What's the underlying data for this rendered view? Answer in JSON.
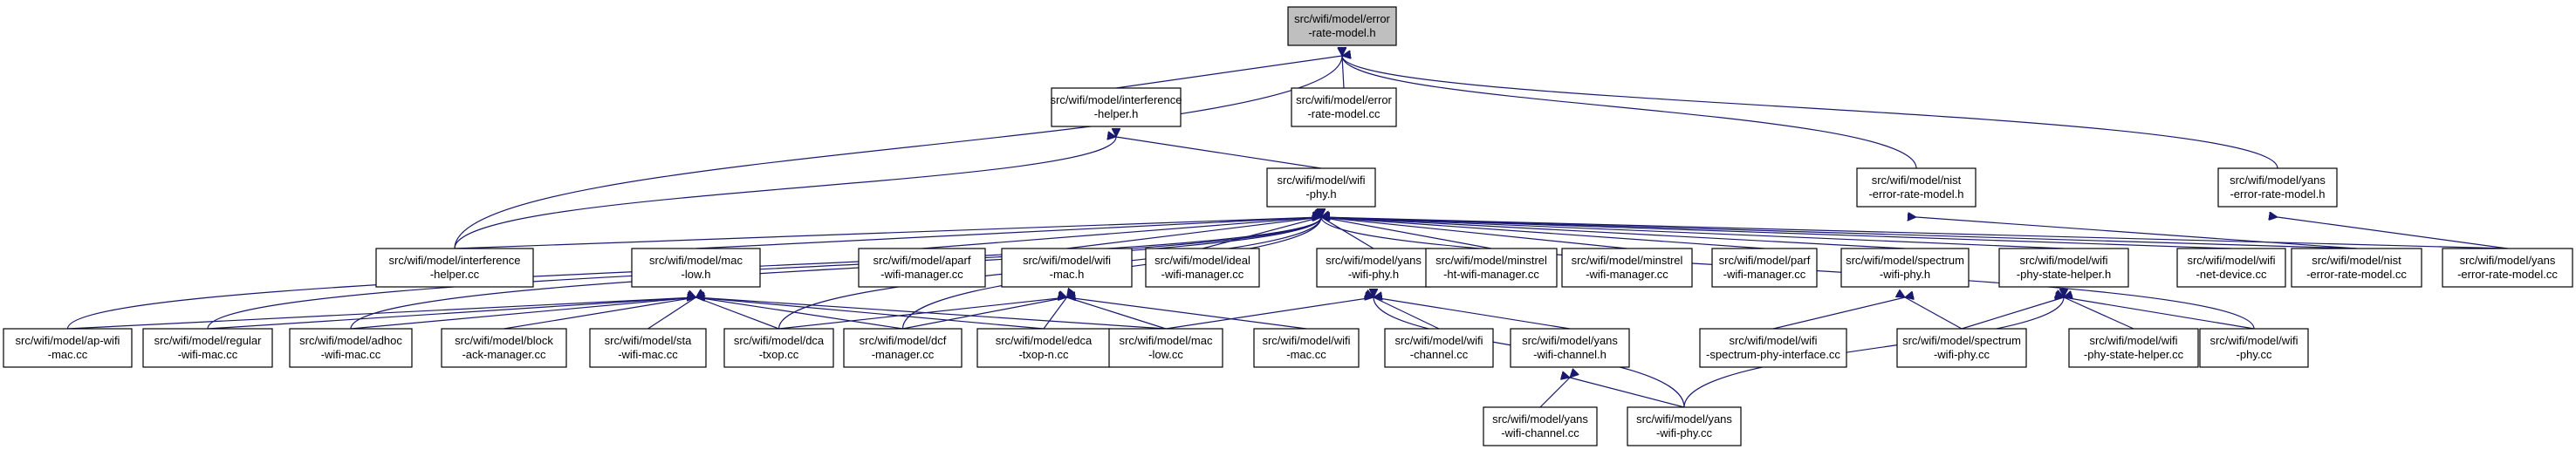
{
  "nodes": [
    {
      "id": "root",
      "lines": [
        "src/wifi/model/error",
        "-rate-model.h"
      ],
      "root": true
    },
    {
      "id": "interference-h",
      "lines": [
        "src/wifi/model/interference",
        "-helper.h"
      ]
    },
    {
      "id": "error-cc",
      "lines": [
        "src/wifi/model/error",
        "-rate-model.cc"
      ]
    },
    {
      "id": "nist-h",
      "lines": [
        "src/wifi/model/nist",
        "-error-rate-model.h"
      ]
    },
    {
      "id": "yans-err-h",
      "lines": [
        "src/wifi/model/yans",
        "-error-rate-model.h"
      ]
    },
    {
      "id": "wifi-phy-h",
      "lines": [
        "src/wifi/model/wifi",
        "-phy.h"
      ]
    },
    {
      "id": "interference-cc",
      "lines": [
        "src/wifi/model/interference",
        "-helper.cc"
      ]
    },
    {
      "id": "mac-low-h",
      "lines": [
        "src/wifi/model/mac",
        "-low.h"
      ]
    },
    {
      "id": "aparf",
      "lines": [
        "src/wifi/model/aparf",
        "-wifi-manager.cc"
      ]
    },
    {
      "id": "wifi-mac-h",
      "lines": [
        "src/wifi/model/wifi",
        "-mac.h"
      ]
    },
    {
      "id": "ideal",
      "lines": [
        "src/wifi/model/ideal",
        "-wifi-manager.cc"
      ]
    },
    {
      "id": "yans-phy-h",
      "lines": [
        "src/wifi/model/yans",
        "-wifi-phy.h"
      ]
    },
    {
      "id": "minstrel-ht",
      "lines": [
        "src/wifi/model/minstrel",
        "-ht-wifi-manager.cc"
      ]
    },
    {
      "id": "minstrel",
      "lines": [
        "src/wifi/model/minstrel",
        "-wifi-manager.cc"
      ]
    },
    {
      "id": "parf",
      "lines": [
        "src/wifi/model/parf",
        "-wifi-manager.cc"
      ]
    },
    {
      "id": "spectrum-h",
      "lines": [
        "src/wifi/model/spectrum",
        "-wifi-phy.h"
      ]
    },
    {
      "id": "state-h",
      "lines": [
        "src/wifi/model/wifi",
        "-phy-state-helper.h"
      ]
    },
    {
      "id": "net-device",
      "lines": [
        "src/wifi/model/wifi",
        "-net-device.cc"
      ]
    },
    {
      "id": "nist-cc",
      "lines": [
        "src/wifi/model/nist",
        "-error-rate-model.cc"
      ]
    },
    {
      "id": "yans-err-cc",
      "lines": [
        "src/wifi/model/yans",
        "-error-rate-model.cc"
      ]
    },
    {
      "id": "ap-wifi",
      "lines": [
        "src/wifi/model/ap-wifi",
        "-mac.cc"
      ]
    },
    {
      "id": "regular",
      "lines": [
        "src/wifi/model/regular",
        "-wifi-mac.cc"
      ]
    },
    {
      "id": "adhoc",
      "lines": [
        "src/wifi/model/adhoc",
        "-wifi-mac.cc"
      ]
    },
    {
      "id": "block",
      "lines": [
        "src/wifi/model/block",
        "-ack-manager.cc"
      ]
    },
    {
      "id": "sta",
      "lines": [
        "src/wifi/model/sta",
        "-wifi-mac.cc"
      ]
    },
    {
      "id": "dca",
      "lines": [
        "src/wifi/model/dca",
        "-txop.cc"
      ]
    },
    {
      "id": "dcf",
      "lines": [
        "src/wifi/model/dcf",
        "-manager.cc"
      ]
    },
    {
      "id": "edca",
      "lines": [
        "src/wifi/model/edca",
        "-txop-n.cc"
      ]
    },
    {
      "id": "mac-low-cc",
      "lines": [
        "src/wifi/model/mac",
        "-low.cc"
      ]
    },
    {
      "id": "wifi-mac-cc",
      "lines": [
        "src/wifi/model/wifi",
        "-mac.cc"
      ]
    },
    {
      "id": "wifi-channel",
      "lines": [
        "src/wifi/model/wifi",
        "-channel.cc"
      ]
    },
    {
      "id": "yans-chan-h",
      "lines": [
        "src/wifi/model/yans",
        "-wifi-channel.h"
      ]
    },
    {
      "id": "spectrum-iface",
      "lines": [
        "src/wifi/model/wifi",
        "-spectrum-phy-interface.cc"
      ]
    },
    {
      "id": "spectrum-cc",
      "lines": [
        "src/wifi/model/spectrum",
        "-wifi-phy.cc"
      ]
    },
    {
      "id": "state-cc",
      "lines": [
        "src/wifi/model/wifi",
        "-phy-state-helper.cc"
      ]
    },
    {
      "id": "wifi-phy-cc",
      "lines": [
        "src/wifi/model/wifi",
        "-phy.cc"
      ]
    },
    {
      "id": "yans-chan-cc",
      "lines": [
        "src/wifi/model/yans",
        "-wifi-channel.cc"
      ]
    },
    {
      "id": "yans-phy-cc",
      "lines": [
        "src/wifi/model/yans",
        "-wifi-phy.cc"
      ]
    }
  ],
  "edges": [
    [
      "root",
      "interference-h"
    ],
    [
      "root",
      "error-cc"
    ],
    [
      "root",
      "nist-h"
    ],
    [
      "root",
      "yans-err-h"
    ],
    [
      "root",
      "interference-cc"
    ],
    [
      "interference-h",
      "wifi-phy-h"
    ],
    [
      "interference-h",
      "interference-cc"
    ],
    [
      "nist-h",
      "nist-cc"
    ],
    [
      "yans-err-h",
      "yans-err-cc"
    ],
    [
      "wifi-phy-h",
      "interference-cc"
    ],
    [
      "wifi-phy-h",
      "mac-low-h"
    ],
    [
      "wifi-phy-h",
      "aparf"
    ],
    [
      "wifi-phy-h",
      "wifi-mac-h"
    ],
    [
      "wifi-phy-h",
      "ideal"
    ],
    [
      "wifi-phy-h",
      "yans-phy-h"
    ],
    [
      "wifi-phy-h",
      "minstrel-ht"
    ],
    [
      "wifi-phy-h",
      "minstrel"
    ],
    [
      "wifi-phy-h",
      "parf"
    ],
    [
      "wifi-phy-h",
      "spectrum-h"
    ],
    [
      "wifi-phy-h",
      "state-h"
    ],
    [
      "wifi-phy-h",
      "net-device"
    ],
    [
      "wifi-phy-h",
      "nist-cc"
    ],
    [
      "wifi-phy-h",
      "yans-err-cc"
    ],
    [
      "wifi-phy-h",
      "wifi-phy-cc"
    ],
    [
      "wifi-phy-h",
      "ap-wifi"
    ],
    [
      "wifi-phy-h",
      "regular"
    ],
    [
      "wifi-phy-h",
      "adhoc"
    ],
    [
      "wifi-phy-h",
      "dca"
    ],
    [
      "wifi-phy-h",
      "dcf"
    ],
    [
      "mac-low-h",
      "ap-wifi"
    ],
    [
      "mac-low-h",
      "regular"
    ],
    [
      "mac-low-h",
      "adhoc"
    ],
    [
      "mac-low-h",
      "block"
    ],
    [
      "mac-low-h",
      "sta"
    ],
    [
      "mac-low-h",
      "dca"
    ],
    [
      "mac-low-h",
      "dcf"
    ],
    [
      "mac-low-h",
      "edca"
    ],
    [
      "mac-low-h",
      "mac-low-cc"
    ],
    [
      "wifi-mac-h",
      "dca"
    ],
    [
      "wifi-mac-h",
      "dcf"
    ],
    [
      "wifi-mac-h",
      "edca"
    ],
    [
      "wifi-mac-h",
      "wifi-mac-cc"
    ],
    [
      "wifi-mac-h",
      "mac-low-cc"
    ],
    [
      "yans-phy-h",
      "mac-low-cc"
    ],
    [
      "yans-phy-h",
      "wifi-channel"
    ],
    [
      "yans-phy-h",
      "yans-chan-h"
    ],
    [
      "yans-phy-h",
      "yans-phy-cc"
    ],
    [
      "yans-chan-h",
      "yans-chan-cc"
    ],
    [
      "yans-chan-h",
      "yans-phy-cc"
    ],
    [
      "spectrum-h",
      "spectrum-iface"
    ],
    [
      "spectrum-h",
      "spectrum-cc"
    ],
    [
      "state-h",
      "spectrum-cc"
    ],
    [
      "state-h",
      "state-cc"
    ],
    [
      "state-h",
      "wifi-phy-cc"
    ],
    [
      "state-h",
      "yans-phy-cc"
    ]
  ]
}
